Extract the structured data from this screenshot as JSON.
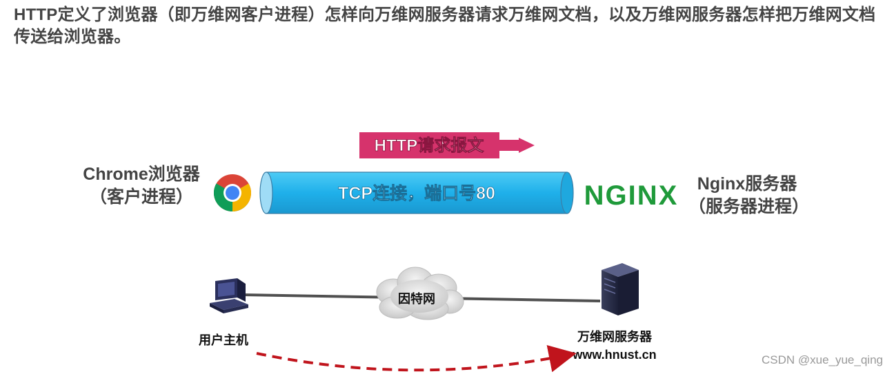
{
  "title": "HTTP定义了浏览器（即万维网客户进程）怎样向万维网服务器请求万维网文档，以及万维网服务器怎样把万维网文档传送给浏览器。",
  "client": {
    "line1": "Chrome浏览器",
    "line2": "（客户进程）",
    "icon": "chrome-icon"
  },
  "server": {
    "line1": "Nginx服务器",
    "line2": "（服务器进程）",
    "logo_text": "NGINX"
  },
  "request_arrow": {
    "label": "HTTP请求报文"
  },
  "tcp_pipe": {
    "label": "TCP连接，端口号80"
  },
  "network": {
    "host_label": "用户主机",
    "cloud_label": "因特网",
    "server_label": "万维网服务器",
    "server_domain": "www.hnust.cn"
  },
  "watermark": "CSDN @xue_yue_qing",
  "colors": {
    "text": "#444444",
    "pipe": "#29b4e8",
    "pipe_end": "#8fd8f5",
    "arrow": "#d6336c",
    "nginx_green": "#1f9a3a",
    "dashed": "#c0141c"
  }
}
